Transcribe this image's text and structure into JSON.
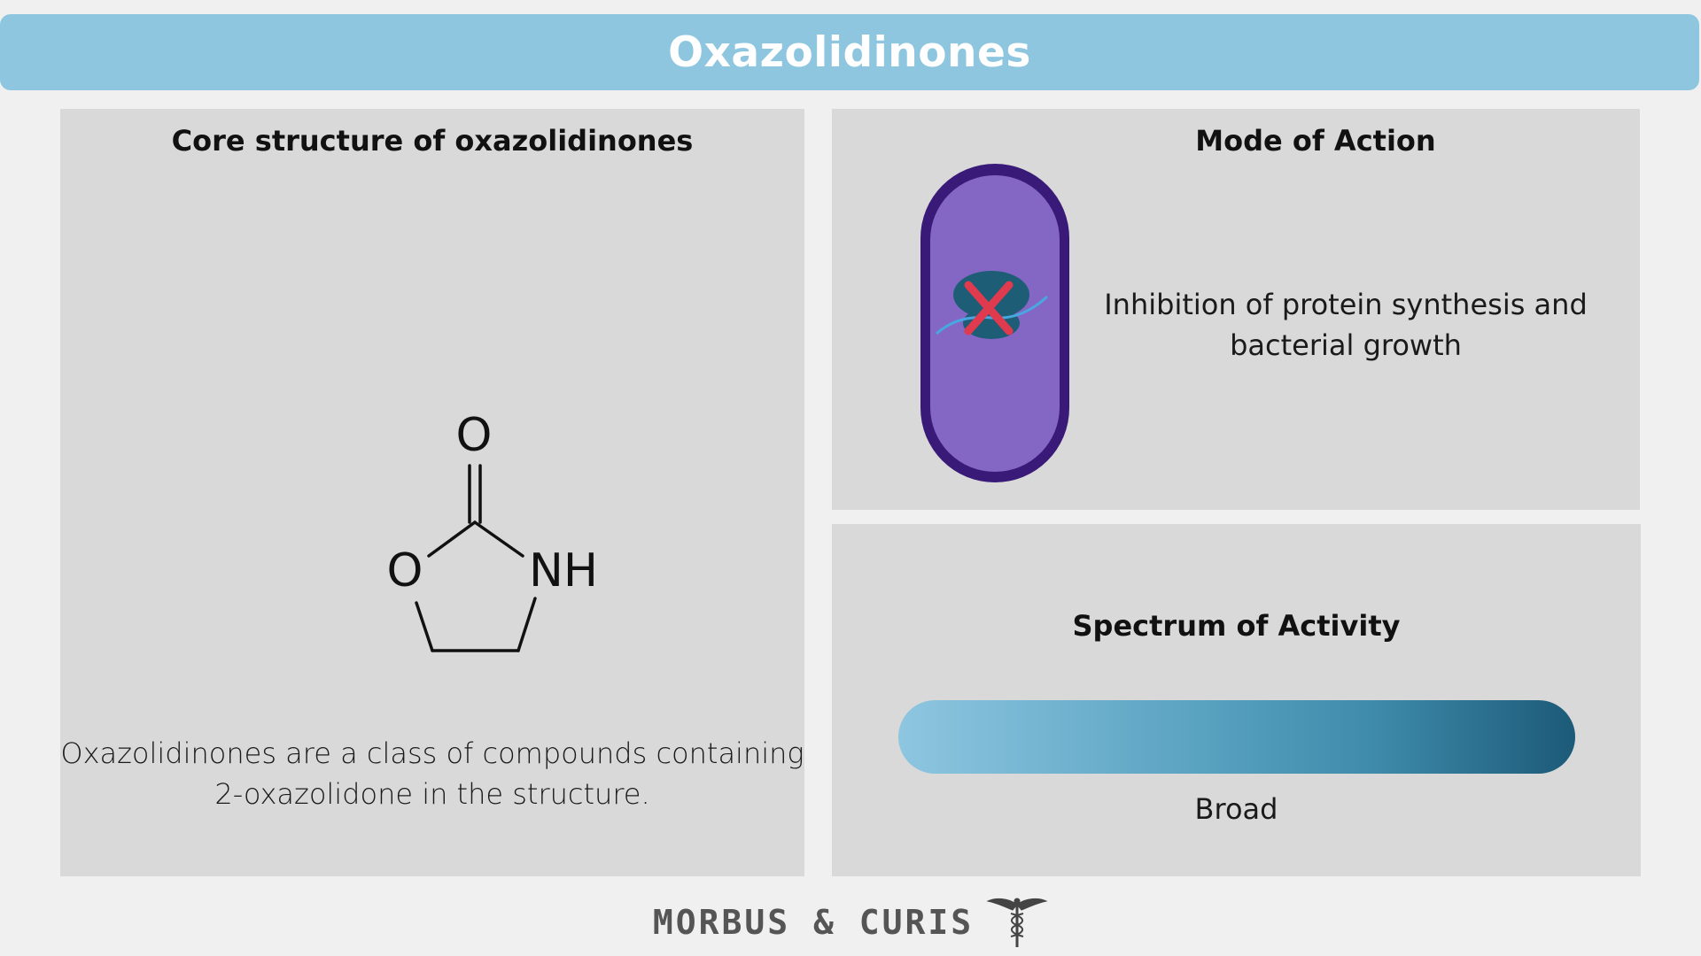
{
  "header": {
    "title": "Oxazolidinones"
  },
  "core_structure": {
    "title": "Core structure of oxazolidinones",
    "atoms": {
      "carbonyl_oxygen": "O",
      "ring_oxygen": "O",
      "nitrogen": "NH"
    },
    "description_lines": [
      "Oxazolidinones are a class of compounds containing",
      "2-oxazolidone in the structure."
    ]
  },
  "mode_of_action": {
    "title": "Mode of Action",
    "icon": "bacterium-with-inhibited-ribosome-icon",
    "description_lines": [
      "Inhibition of protein synthesis and",
      "bacterial growth"
    ]
  },
  "spectrum": {
    "title": "Spectrum of Activity",
    "label": "Broad",
    "gradient_colors": [
      "#8ec6e0",
      "#1c5a78"
    ]
  },
  "footer": {
    "brand": "MORBUS & CURIS",
    "icon": "caduceus-icon"
  },
  "colors": {
    "header": "#8ec6e0",
    "panel": "#d9d9d9",
    "bacterium_wall": "#3a1a78",
    "bacterium_body": "#8466c4",
    "ribosome": "#1d5d76",
    "inhibition_x": "#e03a4e"
  }
}
